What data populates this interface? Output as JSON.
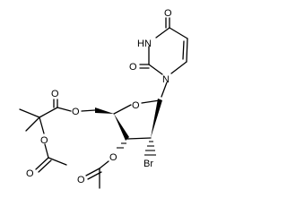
{
  "atom_labels": {
    "o4": "O",
    "n3": "HN",
    "o2": "O",
    "n1": "N",
    "o_ester": "O",
    "o_ester_carbonyl": "O",
    "o_tert": "O",
    "o_ring": "O",
    "o_acetyl_carbonyl": "O",
    "o3": "O",
    "o3_acetyl_carbonyl": "O",
    "br": "Br"
  }
}
